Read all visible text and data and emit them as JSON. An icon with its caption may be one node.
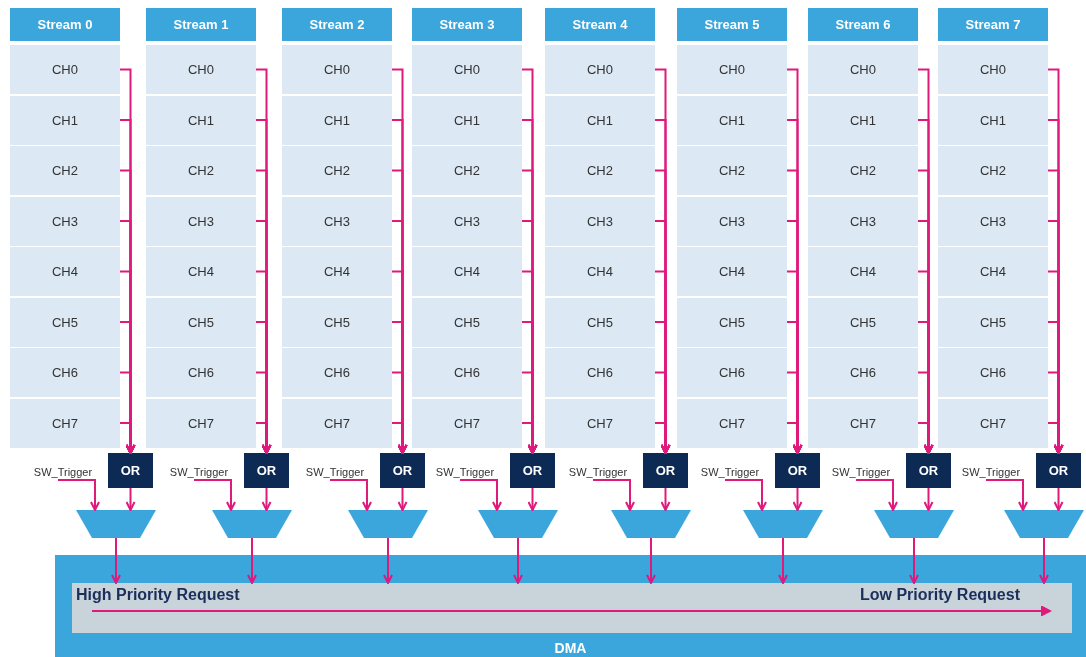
{
  "diagram": {
    "nodes": [
      {
        "text": [
          "Stream 0"
        ]
      },
      {
        "text": [
          "CH0"
        ]
      },
      {
        "text": [
          "CH1"
        ]
      },
      {
        "text": [
          "CH2"
        ]
      },
      {
        "text": [
          "CH3"
        ]
      },
      {
        "text": [
          "CH4"
        ]
      },
      {
        "text": [
          "CH5"
        ]
      },
      {
        "text": [
          "CH6"
        ]
      },
      {
        "text": [
          "CH7"
        ]
      },
      {
        "text": [
          "OR"
        ]
      },
      {
        "text": [
          "SW_Trigger"
        ]
      },
      {
        "text": [],
        "shape": "trapezoid"
      },
      {
        "text": [
          "Stream 1"
        ]
      },
      {
        "text": [
          "CH0"
        ]
      },
      {
        "text": [
          "CH1"
        ]
      },
      {
        "text": [
          "CH2"
        ]
      },
      {
        "text": [
          "CH3"
        ]
      },
      {
        "text": [
          "CH4"
        ]
      },
      {
        "text": [
          "CH5"
        ]
      },
      {
        "text": [
          "CH6"
        ]
      },
      {
        "text": [
          "CH7"
        ]
      },
      {
        "text": [
          "OR"
        ]
      },
      {
        "text": [
          "SW_Trigger"
        ]
      },
      {
        "text": [],
        "shape": "trapezoid"
      },
      {
        "text": [
          "Stream 2"
        ]
      },
      {
        "text": [
          "CH0"
        ]
      },
      {
        "text": [
          "CH1"
        ]
      },
      {
        "text": [
          "CH2"
        ]
      },
      {
        "text": [
          "CH3"
        ]
      },
      {
        "text": [
          "CH4"
        ]
      },
      {
        "text": [
          "CH5"
        ]
      },
      {
        "text": [
          "CH6"
        ]
      },
      {
        "text": [
          "CH7"
        ]
      },
      {
        "text": [
          "OR"
        ]
      },
      {
        "text": [
          "SW_Trigger"
        ]
      },
      {
        "text": [],
        "shape": "trapezoid"
      },
      {
        "text": [
          "Stream 3"
        ]
      },
      {
        "text": [
          "CH0"
        ]
      },
      {
        "text": [
          "CH1"
        ]
      },
      {
        "text": [
          "CH2"
        ]
      },
      {
        "text": [
          "CH3"
        ]
      },
      {
        "text": [
          "CH4"
        ]
      },
      {
        "text": [
          "CH5"
        ]
      },
      {
        "text": [
          "CH6"
        ]
      },
      {
        "text": [
          "CH7"
        ]
      },
      {
        "text": [
          "OR"
        ]
      },
      {
        "text": [
          "SW_Trigger"
        ]
      },
      {
        "text": [],
        "shape": "trapezoid"
      },
      {
        "text": [
          "Stream 4"
        ]
      },
      {
        "text": [
          "CH0"
        ]
      },
      {
        "text": [
          "CH1"
        ]
      },
      {
        "text": [
          "CH2"
        ]
      },
      {
        "text": [
          "CH3"
        ]
      },
      {
        "text": [
          "CH4"
        ]
      },
      {
        "text": [
          "CH5"
        ]
      },
      {
        "text": [
          "CH6"
        ]
      },
      {
        "text": [
          "CH7"
        ]
      },
      {
        "text": [
          "OR"
        ]
      },
      {
        "text": [
          "SW_Trigger"
        ]
      },
      {
        "text": [],
        "shape": "trapezoid"
      },
      {
        "text": [
          "Stream 5"
        ]
      },
      {
        "text": [
          "CH0"
        ]
      },
      {
        "text": [
          "CH1"
        ]
      },
      {
        "text": [
          "CH2"
        ]
      },
      {
        "text": [
          "CH3"
        ]
      },
      {
        "text": [
          "CH4"
        ]
      },
      {
        "text": [
          "CH5"
        ]
      },
      {
        "text": [
          "CH6"
        ]
      },
      {
        "text": [
          "CH7"
        ]
      },
      {
        "text": [
          "OR"
        ]
      },
      {
        "text": [
          "SW_Trigger"
        ]
      },
      {
        "text": [],
        "shape": "trapezoid"
      },
      {
        "text": [
          "Stream 6"
        ]
      },
      {
        "text": [
          "CH0"
        ]
      },
      {
        "text": [
          "CH1"
        ]
      },
      {
        "text": [
          "CH2"
        ]
      },
      {
        "text": [
          "CH3"
        ]
      },
      {
        "text": [
          "CH4"
        ]
      },
      {
        "text": [
          "CH5"
        ]
      },
      {
        "text": [
          "CH6"
        ]
      },
      {
        "text": [
          "CH7"
        ]
      },
      {
        "text": [
          "OR"
        ]
      },
      {
        "text": [
          "SW_Trigger"
        ]
      },
      {
        "text": [],
        "shape": "trapezoid"
      },
      {
        "text": [
          "Stream 7"
        ]
      },
      {
        "text": [
          "CH0"
        ]
      },
      {
        "text": [
          "CH1"
        ]
      },
      {
        "text": [
          "CH2"
        ]
      },
      {
        "text": [
          "CH3"
        ]
      },
      {
        "text": [
          "CH4"
        ]
      },
      {
        "text": [
          "CH5"
        ]
      },
      {
        "text": [
          "CH6"
        ]
      },
      {
        "text": [
          "CH7"
        ]
      },
      {
        "text": [
          "OR"
        ]
      },
      {
        "text": [
          "SW_Trigger"
        ]
      },
      {
        "text": [],
        "shape": "trapezoid"
      },
      {
        "text": [
          "DMA"
        ]
      },
      {
        "text": [
          "High Priority Request",
          "Low Priority Request"
        ],
        "in": 96
      }
    ],
    "edges": [
      {
        "from": 1,
        "to": 9,
        "arrow": "to"
      },
      {
        "from": 2,
        "to": 9,
        "arrow": "to"
      },
      {
        "from": 3,
        "to": 9,
        "arrow": "to"
      },
      {
        "from": 4,
        "to": 9,
        "arrow": "to"
      },
      {
        "from": 5,
        "to": 9,
        "arrow": "to"
      },
      {
        "from": 6,
        "to": 9,
        "arrow": "to"
      },
      {
        "from": 7,
        "to": 9,
        "arrow": "to"
      },
      {
        "from": 8,
        "to": 9,
        "arrow": "to"
      },
      {
        "from": 10,
        "to": 11,
        "arrow": "to"
      },
      {
        "from": 9,
        "to": 11,
        "arrow": "to"
      },
      {
        "from": 11,
        "to": 97,
        "arrow": "to"
      },
      {
        "from": 13,
        "to": 21,
        "arrow": "to"
      },
      {
        "from": 14,
        "to": 21,
        "arrow": "to"
      },
      {
        "from": 15,
        "to": 21,
        "arrow": "to"
      },
      {
        "from": 16,
        "to": 21,
        "arrow": "to"
      },
      {
        "from": 17,
        "to": 21,
        "arrow": "to"
      },
      {
        "from": 18,
        "to": 21,
        "arrow": "to"
      },
      {
        "from": 19,
        "to": 21,
        "arrow": "to"
      },
      {
        "from": 20,
        "to": 21,
        "arrow": "to"
      },
      {
        "from": 22,
        "to": 23,
        "arrow": "to"
      },
      {
        "from": 21,
        "to": 23,
        "arrow": "to"
      },
      {
        "from": 23,
        "to": 97,
        "arrow": "to"
      },
      {
        "from": 25,
        "to": 33,
        "arrow": "to"
      },
      {
        "from": 26,
        "to": 33,
        "arrow": "to"
      },
      {
        "from": 27,
        "to": 33,
        "arrow": "to"
      },
      {
        "from": 28,
        "to": 33,
        "arrow": "to"
      },
      {
        "from": 29,
        "to": 33,
        "arrow": "to"
      },
      {
        "from": 30,
        "to": 33,
        "arrow": "to"
      },
      {
        "from": 31,
        "to": 33,
        "arrow": "to"
      },
      {
        "from": 32,
        "to": 33,
        "arrow": "to"
      },
      {
        "from": 34,
        "to": 35,
        "arrow": "to"
      },
      {
        "from": 33,
        "to": 35,
        "arrow": "to"
      },
      {
        "from": 35,
        "to": 97,
        "arrow": "to"
      },
      {
        "from": 37,
        "to": 45,
        "arrow": "to"
      },
      {
        "from": 38,
        "to": 45,
        "arrow": "to"
      },
      {
        "from": 39,
        "to": 45,
        "arrow": "to"
      },
      {
        "from": 40,
        "to": 45,
        "arrow": "to"
      },
      {
        "from": 41,
        "to": 45,
        "arrow": "to"
      },
      {
        "from": 42,
        "to": 45,
        "arrow": "to"
      },
      {
        "from": 43,
        "to": 45,
        "arrow": "to"
      },
      {
        "from": 44,
        "to": 45,
        "arrow": "to"
      },
      {
        "from": 46,
        "to": 47,
        "arrow": "to"
      },
      {
        "from": 45,
        "to": 47,
        "arrow": "to"
      },
      {
        "from": 47,
        "to": 97,
        "arrow": "to"
      },
      {
        "from": 49,
        "to": 57,
        "arrow": "to"
      },
      {
        "from": 50,
        "to": 57,
        "arrow": "to"
      },
      {
        "from": 51,
        "to": 57,
        "arrow": "to"
      },
      {
        "from": 52,
        "to": 57,
        "arrow": "to"
      },
      {
        "from": 53,
        "to": 57,
        "arrow": "to"
      },
      {
        "from": 54,
        "to": 57,
        "arrow": "to"
      },
      {
        "from": 55,
        "to": 57,
        "arrow": "to"
      },
      {
        "from": 56,
        "to": 57,
        "arrow": "to"
      },
      {
        "from": 58,
        "to": 59,
        "arrow": "to"
      },
      {
        "from": 57,
        "to": 59,
        "arrow": "to"
      },
      {
        "from": 59,
        "to": 97,
        "arrow": "to"
      },
      {
        "from": 61,
        "to": 69,
        "arrow": "to"
      },
      {
        "from": 62,
        "to": 69,
        "arrow": "to"
      },
      {
        "from": 63,
        "to": 69,
        "arrow": "to"
      },
      {
        "from": 64,
        "to": 69,
        "arrow": "to"
      },
      {
        "from": 65,
        "to": 69,
        "arrow": "to"
      },
      {
        "from": 66,
        "to": 69,
        "arrow": "to"
      },
      {
        "from": 67,
        "to": 69,
        "arrow": "to"
      },
      {
        "from": 68,
        "to": 69,
        "arrow": "to"
      },
      {
        "from": 70,
        "to": 71,
        "arrow": "to"
      },
      {
        "from": 69,
        "to": 71,
        "arrow": "to"
      },
      {
        "from": 71,
        "to": 97,
        "arrow": "to"
      },
      {
        "from": 73,
        "to": 81,
        "arrow": "to"
      },
      {
        "from": 74,
        "to": 81,
        "arrow": "to"
      },
      {
        "from": 75,
        "to": 81,
        "arrow": "to"
      },
      {
        "from": 76,
        "to": 81,
        "arrow": "to"
      },
      {
        "from": 77,
        "to": 81,
        "arrow": "to"
      },
      {
        "from": 78,
        "to": 81,
        "arrow": "to"
      },
      {
        "from": 79,
        "to": 81,
        "arrow": "to"
      },
      {
        "from": 80,
        "to": 81,
        "arrow": "to"
      },
      {
        "from": 82,
        "to": 83,
        "arrow": "to"
      },
      {
        "from": 81,
        "to": 83,
        "arrow": "to"
      },
      {
        "from": 83,
        "to": 97,
        "arrow": "to"
      },
      {
        "from": 85,
        "to": 93,
        "arrow": "to"
      },
      {
        "from": 86,
        "to": 93,
        "arrow": "to"
      },
      {
        "from": 87,
        "to": 93,
        "arrow": "to"
      },
      {
        "from": 88,
        "to": 93,
        "arrow": "to"
      },
      {
        "from": 89,
        "to": 93,
        "arrow": "to"
      },
      {
        "from": 90,
        "to": 93,
        "arrow": "to"
      },
      {
        "from": 91,
        "to": 93,
        "arrow": "to"
      },
      {
        "from": 92,
        "to": 93,
        "arrow": "to"
      },
      {
        "from": 94,
        "to": 95,
        "arrow": "to"
      },
      {
        "from": 93,
        "to": 95,
        "arrow": "to"
      },
      {
        "from": 95,
        "to": 97,
        "arrow": "to"
      }
    ]
  }
}
